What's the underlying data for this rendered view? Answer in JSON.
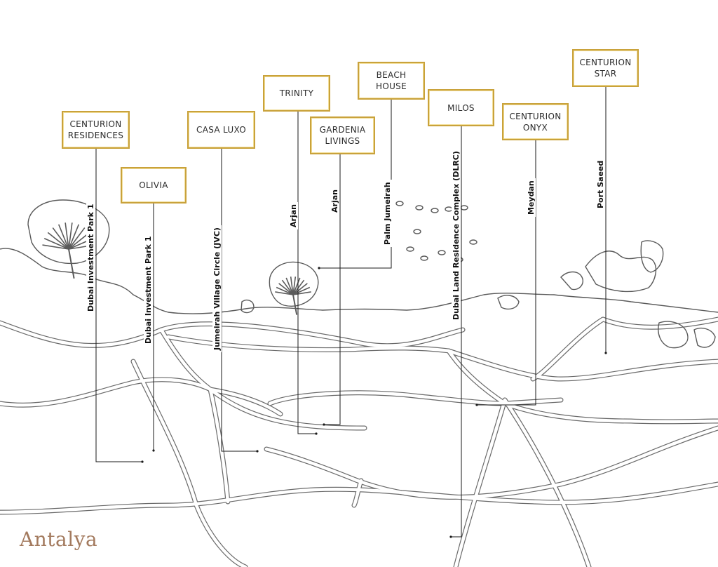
{
  "brand": {
    "name": "Antalya",
    "color": "#a37a5e"
  },
  "colors": {
    "box_border": "#c9a23b",
    "road": "#d8d8d8",
    "road_edge": "#6a6a6a",
    "leader": "#1a1a1a"
  },
  "projects": [
    {
      "id": "centurion-residences",
      "name": "CENTURION\nRESIDENCES",
      "location": "Dubai Investment Park 1"
    },
    {
      "id": "olivia",
      "name": "OLIVIA",
      "location": "Dubai Investment Park 1"
    },
    {
      "id": "casa-luxo",
      "name": "CASA LUXO",
      "location": "Jumeirah Village Circle (JVC)"
    },
    {
      "id": "trinity",
      "name": "TRINITY",
      "location": "Arjan"
    },
    {
      "id": "gardenia-livings",
      "name": "GARDENIA\nLIVINGS",
      "location": "Arjan"
    },
    {
      "id": "beach-house",
      "name": "BEACH\nHOUSE",
      "location": "Palm Jumeirah"
    },
    {
      "id": "milos",
      "name": "MILOS",
      "location": "Dubai Land Residence Complex (DLRC)"
    },
    {
      "id": "centurion-onyx",
      "name": "CENTURION\nONYX",
      "location": "Meydan"
    },
    {
      "id": "centurion-star",
      "name": "CENTURION\nSTAR",
      "location": "Port Saeed"
    }
  ]
}
